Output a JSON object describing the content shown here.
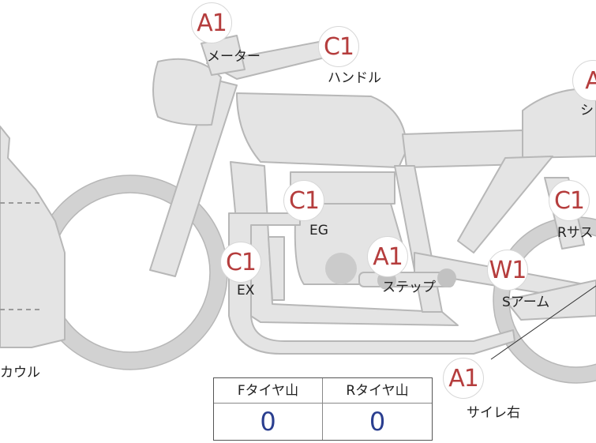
{
  "colors": {
    "body_fill": "#e4e4e4",
    "outline": "#b7b7b7",
    "badge_text": "#b53d3d",
    "value_text": "#2a3e8f"
  },
  "parts": [
    {
      "id": "meter",
      "code": "A1",
      "label": "メーター"
    },
    {
      "id": "handle",
      "code": "C1",
      "label": "ハンドル"
    },
    {
      "id": "seat",
      "code": "A",
      "label": "シ"
    },
    {
      "id": "engine",
      "code": "C1",
      "label": "EG"
    },
    {
      "id": "rear-suspension",
      "code": "C1",
      "label": "Rサス"
    },
    {
      "id": "exhaust",
      "code": "C1",
      "label": "EX"
    },
    {
      "id": "step",
      "code": "A1",
      "label": "ステップ"
    },
    {
      "id": "swing-arm",
      "code": "W1",
      "label": "Sアーム"
    },
    {
      "id": "silencer-right",
      "code": "A1",
      "label": "サイレ右"
    },
    {
      "id": "cowl",
      "code": "",
      "label": "カウル"
    }
  ],
  "tire_table": {
    "front_header": "Fタイヤ山",
    "rear_header": "Rタイヤ山",
    "front_value": "0",
    "rear_value": "0"
  }
}
